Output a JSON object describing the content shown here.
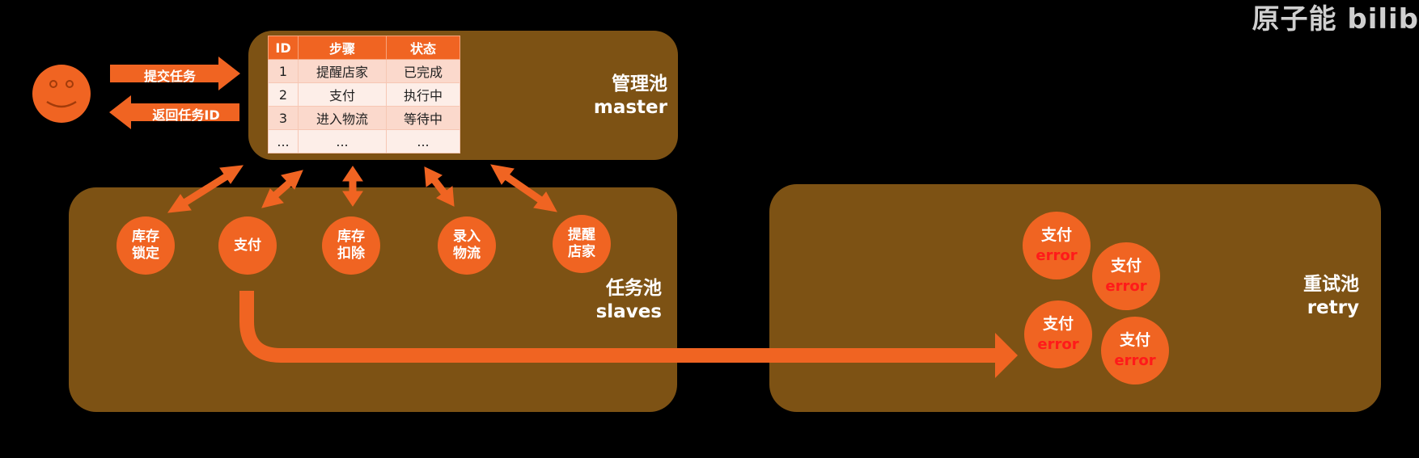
{
  "watermark": "原子能 bilib",
  "user_face_icon": "smiley-face-icon",
  "arrows": {
    "submit": "提交任务",
    "return_id": "返回任务ID"
  },
  "master": {
    "title_cn": "管理池",
    "title_en": "master",
    "table": {
      "headers": [
        "ID",
        "步骤",
        "状态"
      ],
      "rows": [
        [
          "1",
          "提醒店家",
          "已完成"
        ],
        [
          "2",
          "支付",
          "执行中"
        ],
        [
          "3",
          "进入物流",
          "等待中"
        ],
        [
          "...",
          "...",
          "..."
        ]
      ]
    }
  },
  "slaves": {
    "title_cn": "任务池",
    "title_en": "slaves",
    "tasks": [
      [
        "库存",
        "锁定"
      ],
      [
        "支付"
      ],
      [
        "库存",
        "扣除"
      ],
      [
        "录入",
        "物流"
      ],
      [
        "提醒",
        "店家"
      ]
    ]
  },
  "retry": {
    "title_cn": "重试池",
    "title_en": "retry",
    "nodes": [
      {
        "label": "支付",
        "status": "error"
      },
      {
        "label": "支付",
        "status": "error"
      },
      {
        "label": "支付",
        "status": "error"
      },
      {
        "label": "支付",
        "status": "error"
      }
    ]
  },
  "colors": {
    "pool": "#7d5214",
    "accent": "#f06422",
    "error": "#ff1a1a"
  }
}
